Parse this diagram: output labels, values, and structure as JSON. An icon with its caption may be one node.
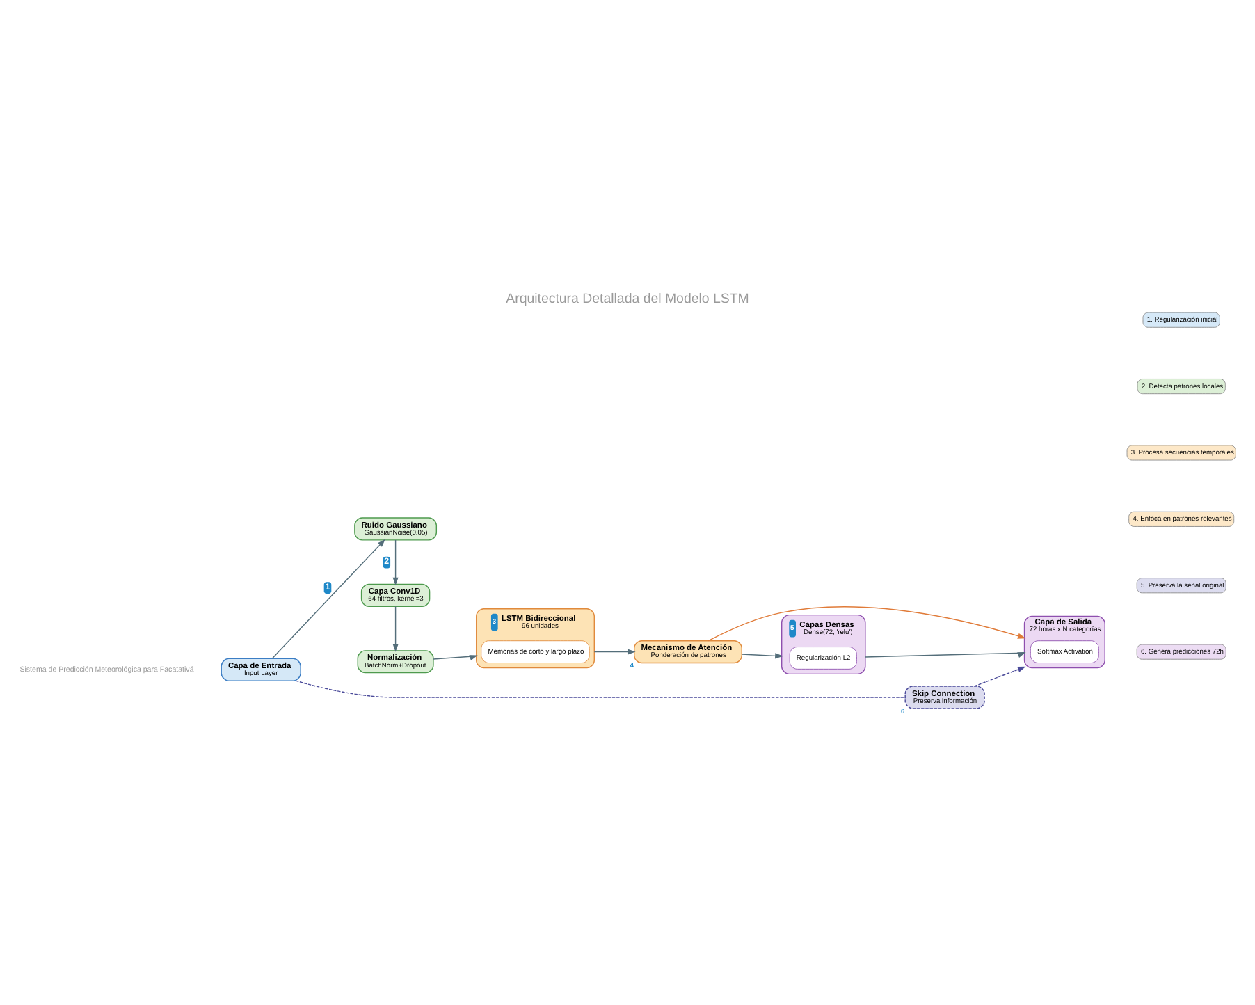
{
  "diagram": {
    "title": "Arquitectura Detallada del Modelo LSTM",
    "nodes": [
      {
        "text": [
          "Capa de Entrada",
          "Input Layer"
        ]
      },
      {
        "text": [
          "Ruido Gaussiano",
          "GaussianNoise(0.05)"
        ]
      },
      {
        "text": [
          "Capa Conv1D",
          "64 filtros, kernel=3"
        ]
      },
      {
        "text": [
          "Normalización",
          "BatchNorm+Dropout"
        ]
      },
      {
        "text": [
          "LSTM Bidireccional",
          "96 unidades"
        ],
        "beside": [
          "3"
        ]
      },
      {
        "text": [
          "Memorias de corto y largo plazo"
        ],
        "in": 4
      },
      {
        "text": [
          "Mecanismo de Atención",
          "Ponderación de patrones"
        ],
        "beside": [
          "4"
        ]
      },
      {
        "text": [
          "Capas Densas",
          "Dense(72, 'relu')"
        ],
        "beside": [
          "5"
        ]
      },
      {
        "text": [
          "Regularización L2"
        ],
        "in": 7
      },
      {
        "text": [
          "Capa de Salida",
          "72 horas x N categorías"
        ]
      },
      {
        "text": [
          "Softmax Activation"
        ],
        "in": 9
      },
      {
        "text": [
          "Skip Connection",
          "Preserva información"
        ],
        "beside": [
          "6"
        ]
      }
    ],
    "edges": [
      {
        "from": 0,
        "to": 1,
        "arrow": "to",
        "label": "1"
      },
      {
        "from": 1,
        "to": 2,
        "arrow": "to",
        "label": "2"
      },
      {
        "from": 2,
        "to": 3,
        "arrow": "to"
      },
      {
        "from": 3,
        "to": 4,
        "arrow": "to"
      },
      {
        "from": 4,
        "to": 6,
        "arrow": "to"
      },
      {
        "from": 6,
        "to": 7,
        "arrow": "to"
      },
      {
        "from": 6,
        "to": 9,
        "arrow": "to",
        "color": "#e07b39"
      },
      {
        "from": 7,
        "to": 9,
        "arrow": "to"
      },
      {
        "from": 0,
        "to": 11,
        "arrow": "none",
        "style": "dashed",
        "color": "#4b4b9a"
      },
      {
        "from": 11,
        "to": 9,
        "arrow": "to",
        "style": "dashed",
        "color": "#4b4b9a"
      }
    ],
    "labels": [
      "Sistema de Predicción Meteorológica para Facatativá"
    ],
    "legend": [
      {
        "text": "1. Regularización inicial",
        "color": "#d6e9f8"
      },
      {
        "text": "2. Detecta patrones locales",
        "color": "#dcefd6"
      },
      {
        "text": "3. Procesa secuencias temporales",
        "color": "#fde8c8"
      },
      {
        "text": "4. Enfoca en patrones relevantes",
        "color": "#fde8c8"
      },
      {
        "text": "5. Preserva la señal original",
        "color": "#dcdcef"
      },
      {
        "text": "6. Genera predicciones 72h",
        "color": "#ecdcf3"
      }
    ]
  }
}
